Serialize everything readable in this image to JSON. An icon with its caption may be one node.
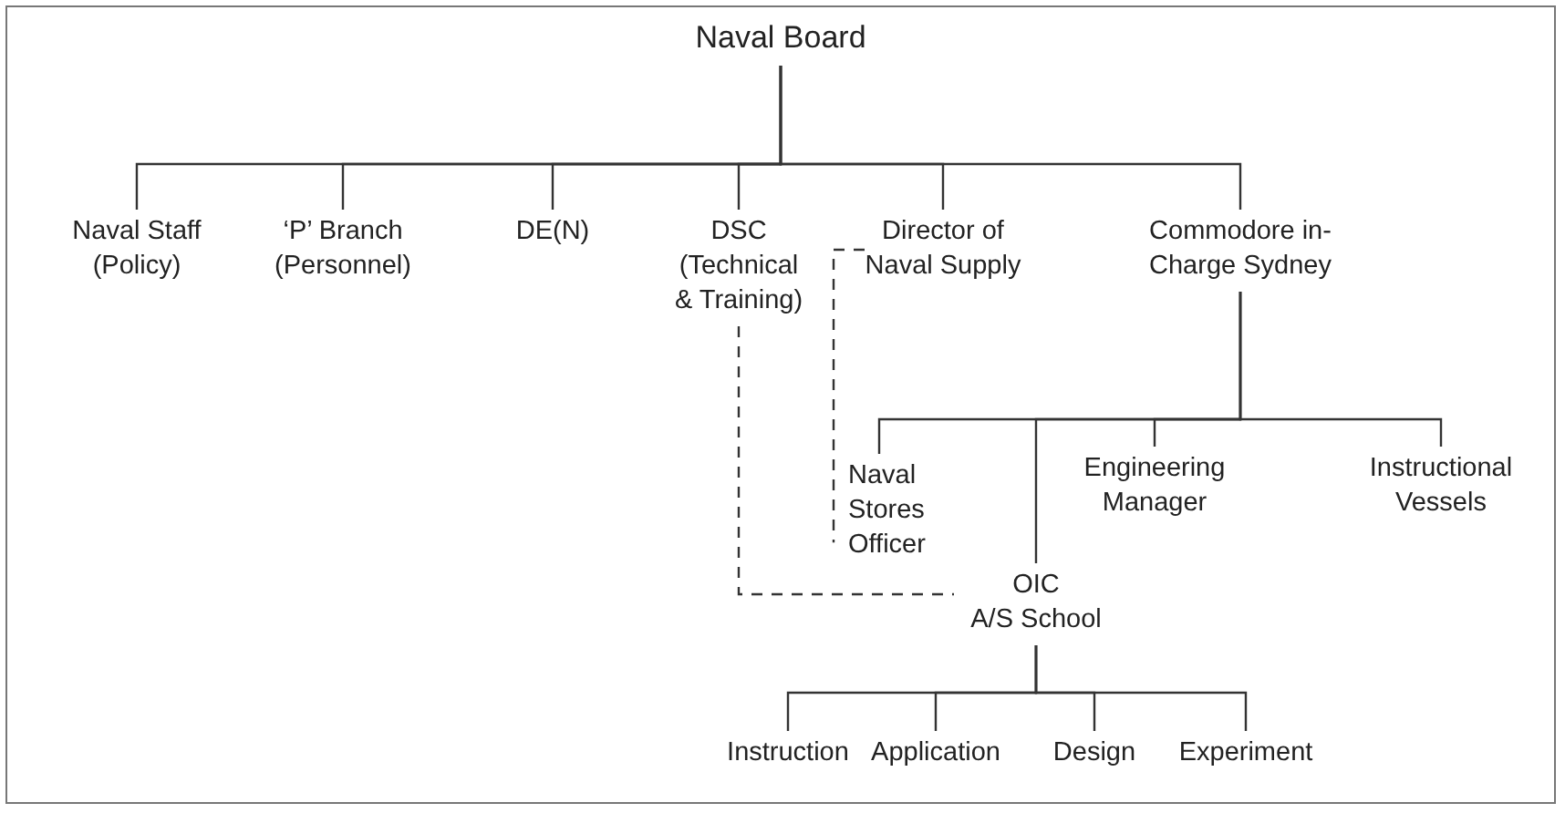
{
  "diagram": {
    "nodes": [
      {
        "text": [
          "Naval Board"
        ]
      },
      {
        "text": [
          "Naval Staff (Policy)"
        ]
      },
      {
        "text": [
          "‘P’ Branch (Personnel)"
        ]
      },
      {
        "text": [
          "DE(N)"
        ]
      },
      {
        "text": [
          "DSC (Technical & Training)"
        ]
      },
      {
        "text": [
          "Director of Naval Supply"
        ]
      },
      {
        "text": [
          "Commodore in-Charge Sydney"
        ]
      },
      {
        "text": [
          "Naval Stores Officer"
        ]
      },
      {
        "text": [
          "Engineering Manager"
        ]
      },
      {
        "text": [
          "Instructional Vessels"
        ]
      },
      {
        "text": [
          "OIC",
          "A/S School"
        ]
      },
      {
        "text": [
          "Instruction"
        ]
      },
      {
        "text": [
          "Application"
        ]
      },
      {
        "text": [
          "Design"
        ]
      },
      {
        "text": [
          "Experiment"
        ]
      }
    ],
    "edges": [
      {
        "from": 0,
        "to": 1,
        "arrow": "none"
      },
      {
        "from": 0,
        "to": 2,
        "arrow": "none"
      },
      {
        "from": 0,
        "to": 3,
        "arrow": "none"
      },
      {
        "from": 0,
        "to": 4,
        "arrow": "none"
      },
      {
        "from": 0,
        "to": 5,
        "arrow": "none"
      },
      {
        "from": 0,
        "to": 6,
        "arrow": "none"
      },
      {
        "from": 6,
        "to": 7,
        "arrow": "none"
      },
      {
        "from": 6,
        "to": 10,
        "arrow": "none"
      },
      {
        "from": 6,
        "to": 8,
        "arrow": "none"
      },
      {
        "from": 6,
        "to": 9,
        "arrow": "none"
      },
      {
        "from": 10,
        "to": 11,
        "arrow": "none"
      },
      {
        "from": 10,
        "to": 12,
        "arrow": "none"
      },
      {
        "from": 10,
        "to": 13,
        "arrow": "none"
      },
      {
        "from": 10,
        "to": 14,
        "arrow": "none"
      },
      {
        "from": 5,
        "to": 7,
        "arrow": "none",
        "style": "dashed"
      },
      {
        "from": 4,
        "to": 10,
        "arrow": "none",
        "style": "dashed"
      }
    ]
  }
}
